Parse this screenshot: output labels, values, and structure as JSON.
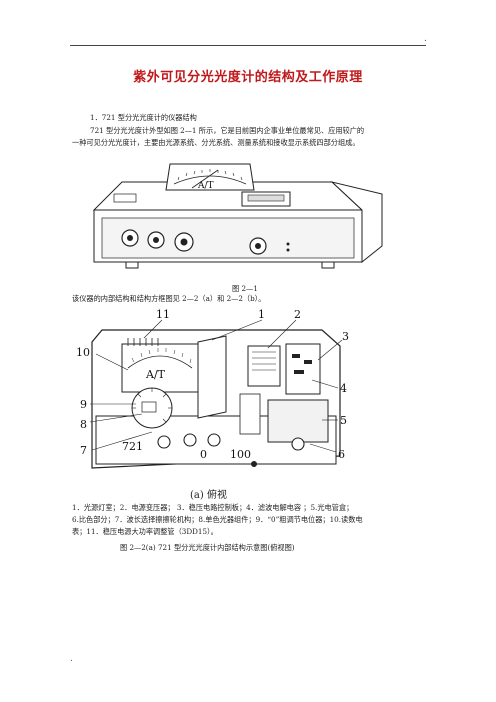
{
  "header": {
    "top_mark": "."
  },
  "document": {
    "title": "紫外可见分光光度计的结构及工作原理",
    "section_heading": "1．721 型分光光度计的仪器结构",
    "intro_line1": "721 型分光光度计外型如图 2—1 所示，它是目前国内企事业单位最常见、应用较广的",
    "intro_line2": "一种可见分光光度计，主要由光源系统、分光系统、测量系统和接收显示系统四部分组成。",
    "fig1_caption": "图 2—1",
    "fig1_meter_label": "A/T",
    "para2": "该仪器的内部结构和结构方框图见 2—2（a）和 2—2（b）。",
    "fig2_numbers": [
      "11",
      "1",
      "2",
      "3",
      "10",
      "4",
      "9",
      "8",
      "5",
      "7",
      "6"
    ],
    "fig2_meter_label": "A/T",
    "fig2_dial_labels": [
      "721",
      "0",
      "100"
    ],
    "fig2_sub_caption": "(a) 俯视",
    "legend_line1": "1．光源灯室；2．电源变压器；  3．稳压电路控制板；4．滤波电解电容  ；5.光电管盒；",
    "legend_line2": "6.比色部分；7．波长选择擦擦轮机构；8.单色光器组件；9．“0”粗调节电位器；10.读数电",
    "legend_line3": "表；11．稳压电源大功率调整管（3DD15）。",
    "fig2_caption": "图 2—2(a)    721 型分光光度计内部结构示意图(俯视图)"
  },
  "footer": {
    "bottom_mark": "."
  }
}
